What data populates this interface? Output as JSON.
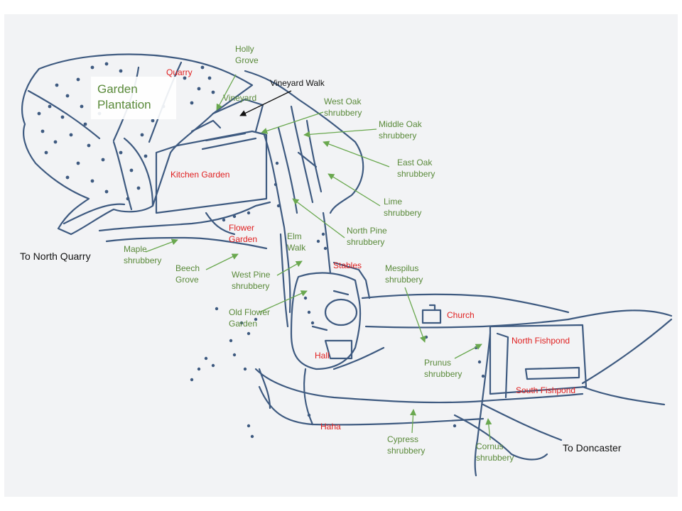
{
  "colors": {
    "ink": "#3e5a80",
    "green_label": "#5a8a3a",
    "red_label": "#e02020",
    "black_label": "#111111",
    "paper": "#f2f3f5"
  },
  "labels": {
    "holly_grove": "Holly\nGrove",
    "quarry": "Quarry",
    "garden_plantation": "Garden\nPlantation",
    "vineyard": "Vineyard",
    "vineyard_walk": "Vineyard Walk",
    "west_oak": "West Oak\nshrubbery",
    "middle_oak": "Middle Oak\nshrubbery",
    "east_oak": "East Oak\nshrubbery",
    "kitchen_garden": "Kitchen Garden",
    "lime": "Lime\nshrubbery",
    "flower_garden": "Flower\nGarden",
    "elm_walk": "Elm\nWalk",
    "north_pine": "North Pine\nshrubbery",
    "to_north_quarry": "To North Quarry",
    "maple": "Maple\nshrubbery",
    "beech_grove": "Beech\nGrove",
    "west_pine": "West Pine\nshrubbery",
    "stables": "Stables",
    "mespilus": "Mespilus\nshrubbery",
    "old_flower_garden": "Old Flower\nGarden",
    "church": "Church",
    "hall": "Hall",
    "north_fishpond": "North  Fishpond",
    "prunus": "Prunus\nshrubbery",
    "south_fishpond": "South Fishpond",
    "haha": "Haha",
    "cypress": "Cypress\nshrubbery",
    "cornus": "Cornus\nshrubbery",
    "to_doncaster": "To Doncaster"
  }
}
